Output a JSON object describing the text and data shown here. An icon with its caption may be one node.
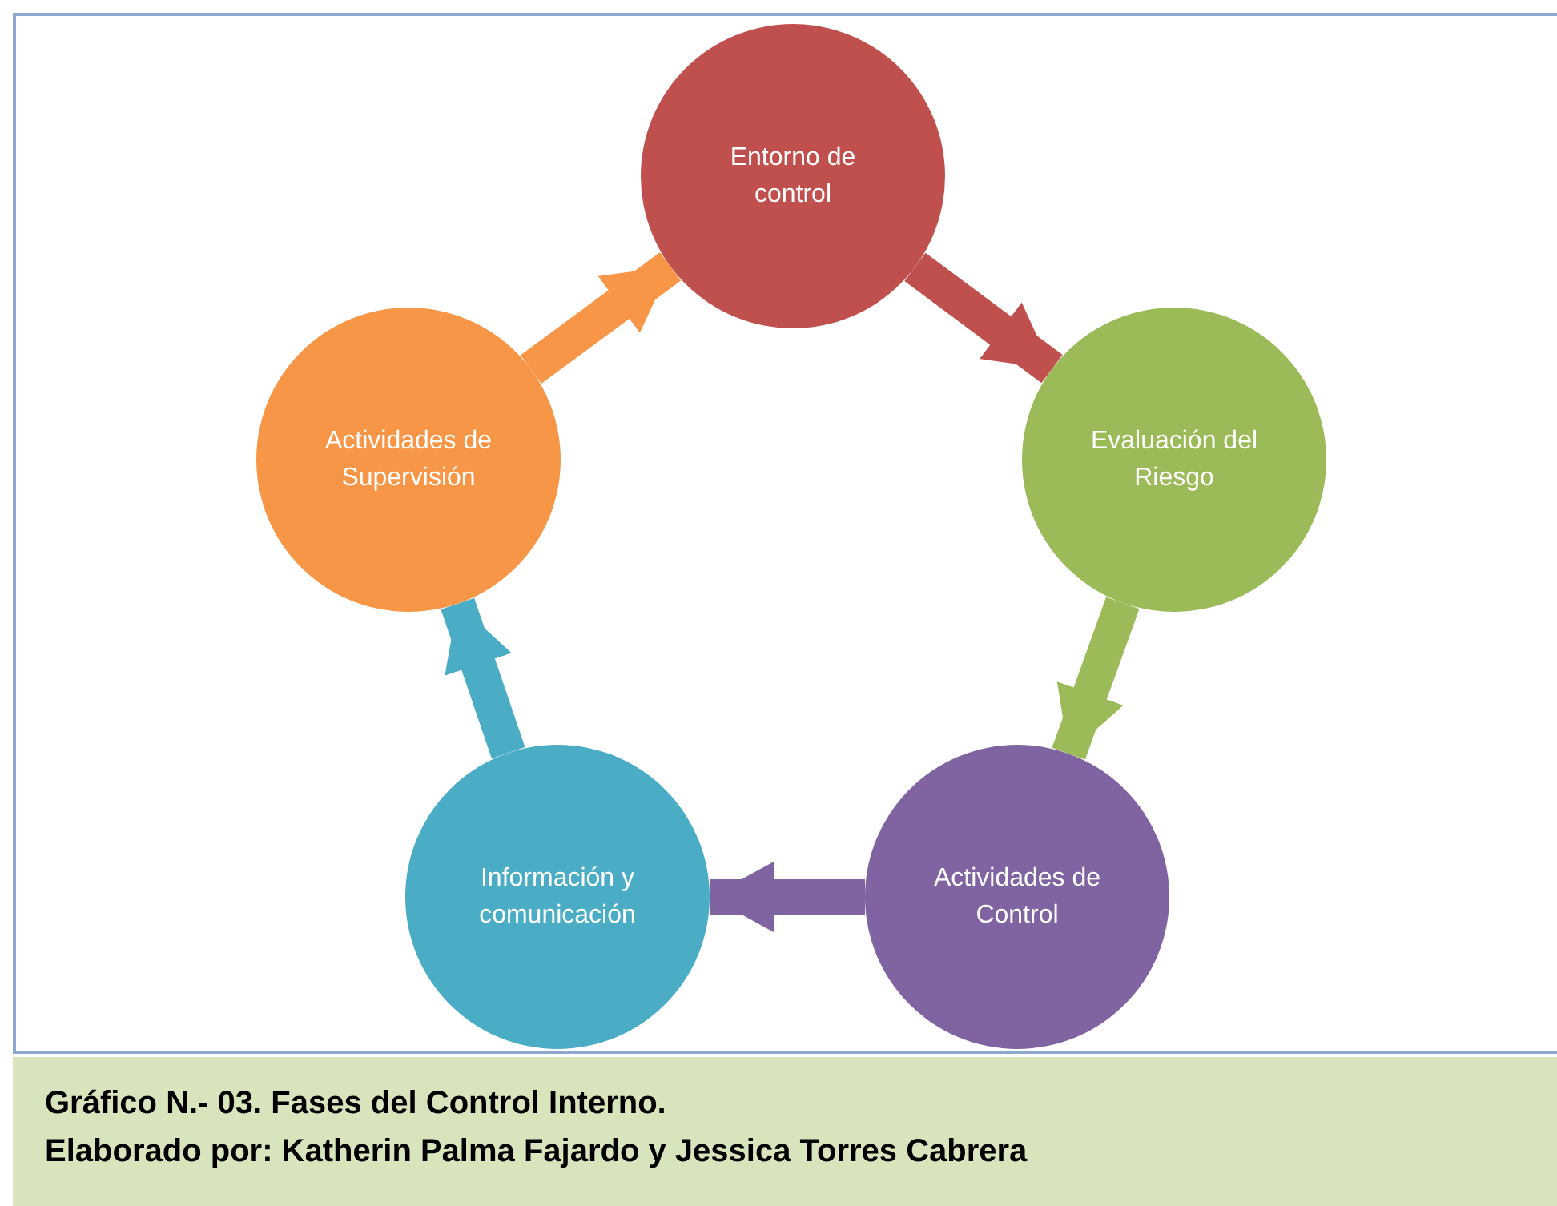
{
  "diagram": {
    "caption": "Gráfico N.- 03. Fases del Control Interno.",
    "nodes": [
      {
        "text": [
          "Entorno de control"
        ]
      },
      {
        "text": [
          "Evaluación del Riesgo"
        ]
      },
      {
        "text": [
          "Actividades de Control"
        ]
      },
      {
        "text": [
          "Información y comunicación"
        ]
      },
      {
        "text": [
          "Actividades de Supervisión"
        ]
      }
    ],
    "edges": [
      {
        "from": 0,
        "to": 1,
        "arrow": "to",
        "color": "#c0504d"
      },
      {
        "from": 1,
        "to": 2,
        "arrow": "to",
        "color": "#9bbb59"
      },
      {
        "from": 2,
        "to": 3,
        "arrow": "to",
        "color": "#8064a2"
      },
      {
        "from": 3,
        "to": 4,
        "arrow": "to",
        "color": "#4bacc6"
      },
      {
        "from": 4,
        "to": 0,
        "arrow": "to",
        "color": "#f79646"
      }
    ],
    "labels": [
      "Elaborado por: Katherin Palma Fajardo y Jessica Torres Cabrera"
    ]
  }
}
